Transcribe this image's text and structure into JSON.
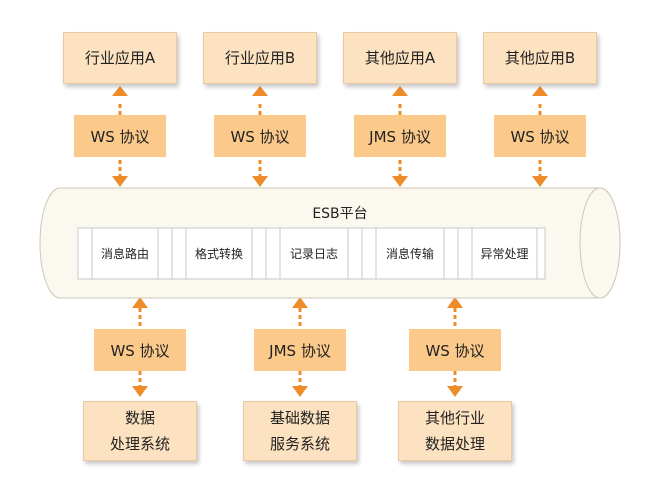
{
  "top_apps": [
    "行业应用A",
    "行业应用B",
    "其他应用A",
    "其他应用B"
  ],
  "top_protocols": [
    "WS 协议",
    "WS 协议",
    "JMS 协议",
    "WS 协议"
  ],
  "esb": {
    "title": "ESB平台",
    "functions": [
      "消息路由",
      "格式转换",
      "记录日志",
      "消息传输",
      "异常处理"
    ]
  },
  "bottom_protocols": [
    "WS 协议",
    "JMS 协议",
    "WS 协议"
  ],
  "bottom_systems": [
    {
      "line1": "数据",
      "line2": "处理系统"
    },
    {
      "line1": "基础数据",
      "line2": "服务系统"
    },
    {
      "line1": "其他行业",
      "line2": "数据处理"
    }
  ],
  "colors": {
    "box_fill": "#fce2c0",
    "protocol_fill": "#fbc98a",
    "arrow": "#ef8c2a",
    "cylinder_fill": "#fbf8ef"
  }
}
